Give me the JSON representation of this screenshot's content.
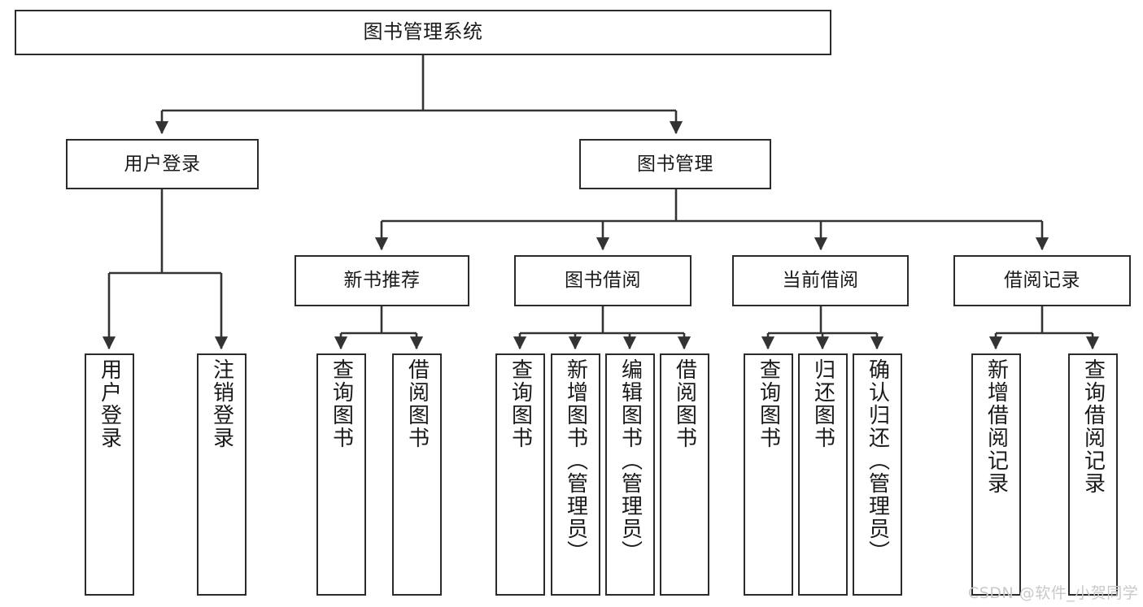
{
  "diagram": {
    "type": "tree-hierarchy",
    "title": "图书管理系统",
    "watermark": "CSDN @软件_小贺同学",
    "colors": {
      "box_border": "#2b2b2b",
      "box_fill": "#ffffff",
      "connector": "#333333",
      "text": "#1a1a1a",
      "watermark": "#c9c9c9",
      "background": "#ffffff"
    },
    "levels": {
      "root": {
        "label": "图书管理系统"
      },
      "level2": [
        {
          "label": "用户登录"
        },
        {
          "label": "图书管理"
        }
      ],
      "level3": [
        {
          "label": "新书推荐"
        },
        {
          "label": "图书借阅"
        },
        {
          "label": "当前借阅"
        },
        {
          "label": "借阅记录"
        }
      ],
      "leaves": {
        "user_login": [
          {
            "label": "用户登录"
          },
          {
            "label": "注销登录"
          }
        ],
        "new_book_rec": [
          {
            "label": "查询图书"
          },
          {
            "label": "借阅图书"
          }
        ],
        "book_borrow": [
          {
            "label": "查询图书"
          },
          {
            "label": "新增图书（管理员）"
          },
          {
            "label": "编辑图书（管理员）"
          },
          {
            "label": "借阅图书"
          }
        ],
        "current_borrow": [
          {
            "label": "查询图书"
          },
          {
            "label": "归还图书"
          },
          {
            "label": "确认归还（管理员）"
          }
        ],
        "borrow_record": [
          {
            "label": "新增借阅记录"
          },
          {
            "label": "查询借阅记录"
          }
        ]
      }
    }
  }
}
